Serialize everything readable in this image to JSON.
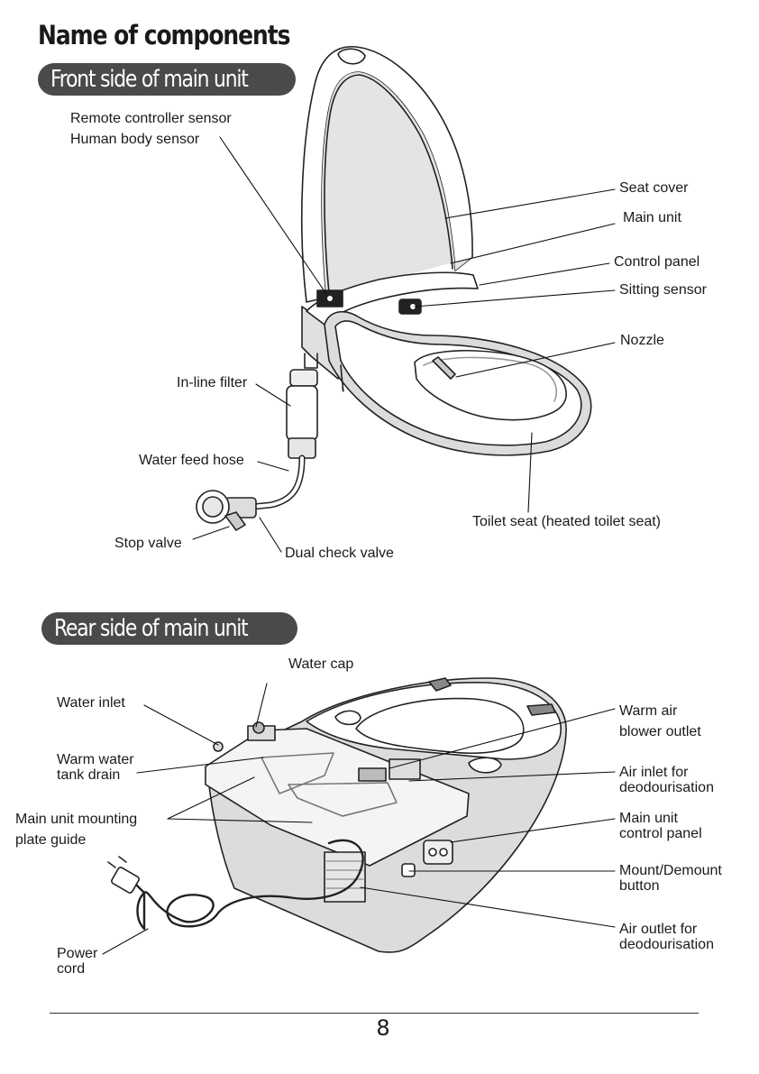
{
  "page": {
    "title": "Name of components",
    "page_number": "8"
  },
  "front": {
    "heading": "Front side of main unit",
    "labels": {
      "remote_sensor": "Remote controller sensor",
      "body_sensor": "Human body sensor",
      "seat_cover": "Seat cover",
      "main_unit": "Main unit",
      "control_panel": "Control panel",
      "sitting_sensor": "Sitting sensor",
      "nozzle": "Nozzle",
      "inline_filter": "In-line filter",
      "water_feed_hose": "Water feed hose",
      "toilet_seat": "Toilet seat (heated toilet seat)",
      "stop_valve": "Stop valve",
      "dual_check_valve": "Dual check valve"
    }
  },
  "rear": {
    "heading": "Rear side of main unit",
    "labels": {
      "water_cap": "Water cap",
      "water_inlet": "Water inlet",
      "warm_water_drain_1": "Warm water",
      "warm_water_drain_2": "tank drain",
      "mounting_plate_1": "Main unit mounting",
      "mounting_plate_2": "plate guide",
      "power_cord_1": "Power",
      "power_cord_2": "cord",
      "warm_air_1": "Warm air",
      "warm_air_2": "blower outlet",
      "air_inlet_1": "Air inlet for",
      "air_inlet_2": "deodourisation",
      "main_control_1": "Main unit",
      "main_control_2": "control panel",
      "mount_button_1": "Mount/Demount",
      "mount_button_2": "button",
      "air_outlet_1": "Air outlet for",
      "air_outlet_2": "deodourisation"
    }
  }
}
